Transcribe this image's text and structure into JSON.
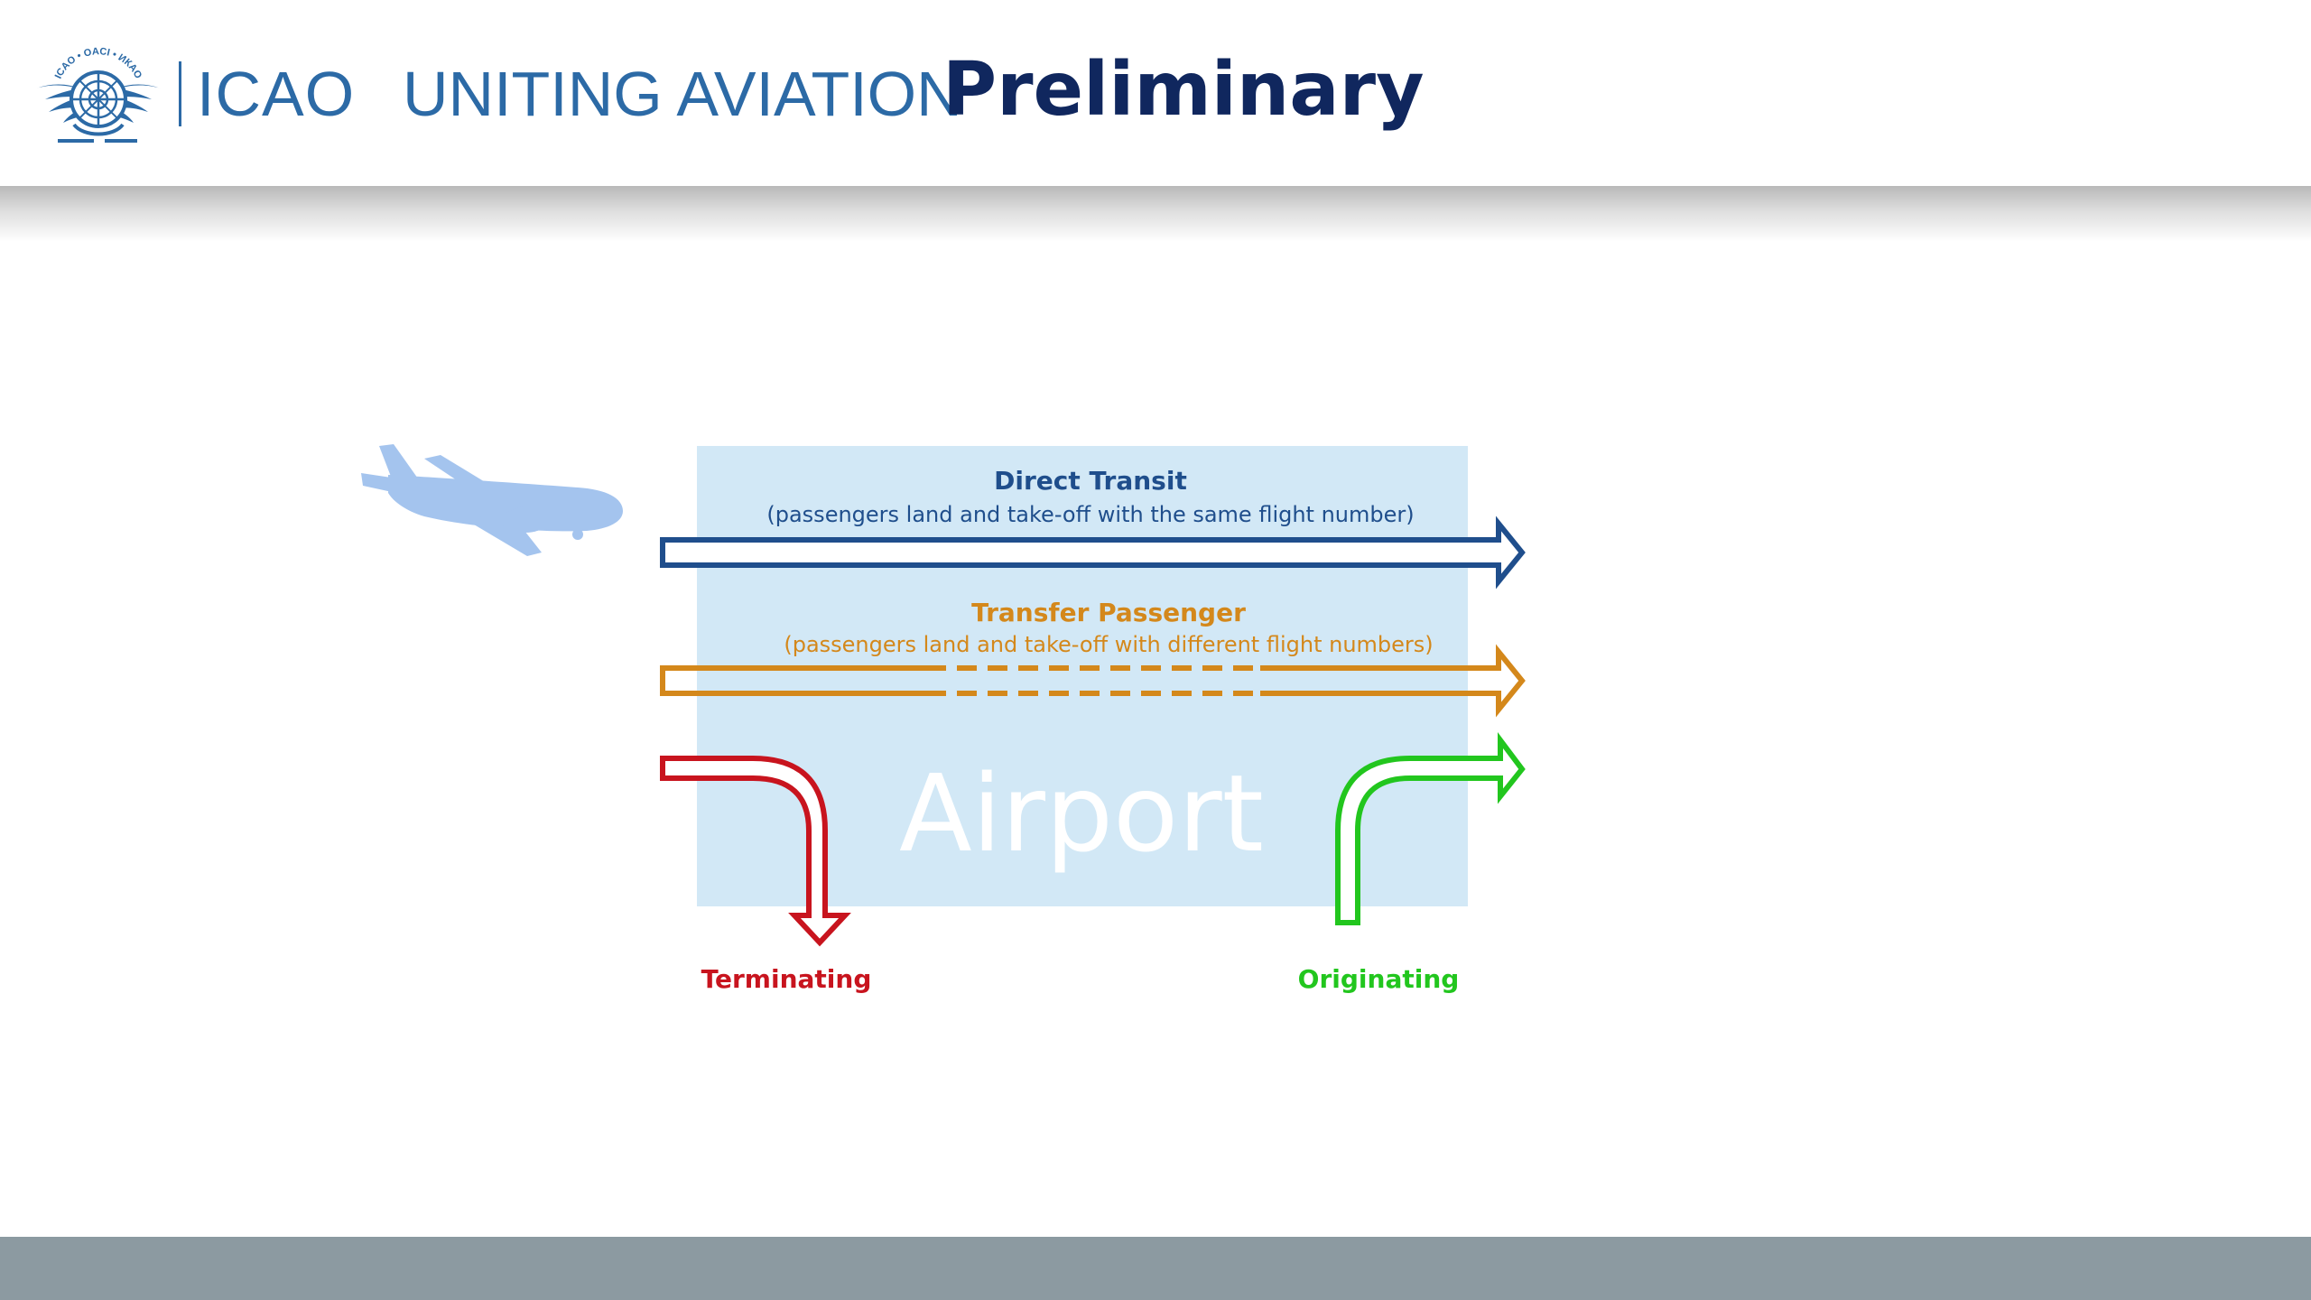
{
  "header": {
    "logo_text": "ICAO",
    "logo_ring_text": "ICAO • OACI • ИКАО",
    "tagline": "UNITING AVIATION",
    "title": "Preliminary"
  },
  "diagram": {
    "airport_label": "Airport",
    "direct_transit": {
      "title": "Direct Transit",
      "subtitle": "(passengers land and take-off with the same flight number)"
    },
    "transfer_passenger": {
      "title": "Transfer Passenger",
      "subtitle": "(passengers land and take-off with different flight numbers)"
    },
    "terminating_label": "Terminating",
    "originating_label": "Originating",
    "airplane_icon": "airplane-icon"
  },
  "colors": {
    "icao_blue": "#2c6aa6",
    "title_navy": "#10275e",
    "airport_box": "#d2e8f6",
    "direct_transit": "#1f4e8c",
    "transfer": "#d4881b",
    "terminating": "#c8141e",
    "originating": "#22c61e",
    "airplane": "#a4c4ee",
    "footer": "#8c9aa1"
  }
}
